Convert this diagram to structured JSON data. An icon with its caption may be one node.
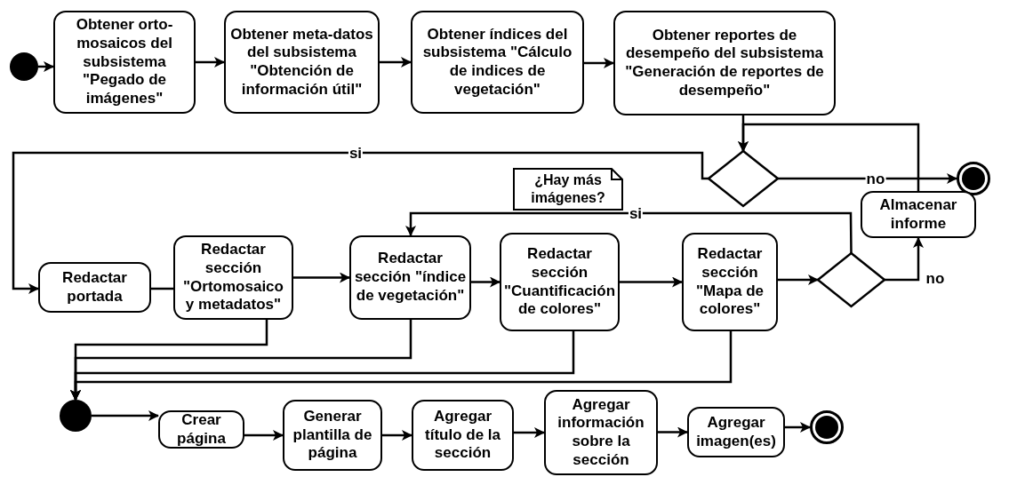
{
  "diagram": {
    "nodes": [
      {
        "text": [],
        "shape": "circle"
      },
      {
        "text": [
          "Obtener orto-mosaicos del subsistema \"Pegado de imágenes\""
        ]
      },
      {
        "text": [
          "Obtener meta-datos del subsistema \"Obtención de información útil\""
        ]
      },
      {
        "text": [
          "Obtener índices del subsistema \"Cálculo de indices de vegetación\""
        ]
      },
      {
        "text": [
          "Obtener reportes de desempeño del subsistema \"Generación de reportes de desempeño\""
        ]
      },
      {
        "text": [],
        "shape": "diamond"
      },
      {
        "text": [
          "¿Hay más imágenes?"
        ]
      },
      {
        "text": [],
        "shape": "bullseye"
      },
      {
        "text": [
          "Almacenar informe"
        ]
      },
      {
        "text": [
          "Redactar portada"
        ]
      },
      {
        "text": [
          "Redactar sección \"Ortomosaico y metadatos\""
        ]
      },
      {
        "text": [
          "Redactar sección \"índice de vegetación\""
        ]
      },
      {
        "text": [
          "Redactar sección \"Cuantificación de colores\""
        ]
      },
      {
        "text": [
          "Redactar sección \"Mapa de colores\""
        ]
      },
      {
        "text": [],
        "shape": "diamond"
      },
      {
        "text": [],
        "shape": "circle"
      },
      {
        "text": [
          "Crear página"
        ]
      },
      {
        "text": [
          "Generar plantilla de página"
        ]
      },
      {
        "text": [
          "Agregar título de la sección"
        ]
      },
      {
        "text": [
          "Agregar información sobre la sección"
        ]
      },
      {
        "text": [
          "Agregar imagen(es)"
        ]
      },
      {
        "text": [],
        "shape": "bullseye"
      }
    ],
    "edges": [
      {
        "from": 0,
        "to": 1,
        "arrow": "to"
      },
      {
        "from": 1,
        "to": 2,
        "arrow": "to"
      },
      {
        "from": 2,
        "to": 3,
        "arrow": "to"
      },
      {
        "from": 3,
        "to": 4,
        "arrow": "to"
      },
      {
        "from": 4,
        "to": 5,
        "arrow": "to"
      },
      {
        "from": 5,
        "to": 9,
        "arrow": "to",
        "label": "si"
      },
      {
        "from": 5,
        "to": 7,
        "arrow": "to",
        "label": "no"
      },
      {
        "from": 8,
        "to": 5,
        "arrow": "to"
      },
      {
        "from": 9,
        "to": 10,
        "arrow": "none"
      },
      {
        "from": 10,
        "to": 11,
        "arrow": "to"
      },
      {
        "from": 11,
        "to": 12,
        "arrow": "to"
      },
      {
        "from": 12,
        "to": 13,
        "arrow": "to"
      },
      {
        "from": 13,
        "to": 14,
        "arrow": "to"
      },
      {
        "from": 14,
        "to": 11,
        "arrow": "to",
        "label": "si"
      },
      {
        "from": 14,
        "to": 8,
        "arrow": "to",
        "label": "no"
      },
      {
        "from": 10,
        "to": 15,
        "arrow": "to"
      },
      {
        "from": 11,
        "to": 15,
        "arrow": "to"
      },
      {
        "from": 12,
        "to": 15,
        "arrow": "to"
      },
      {
        "from": 13,
        "to": 15,
        "arrow": "to"
      },
      {
        "from": 15,
        "to": 16,
        "arrow": "to"
      },
      {
        "from": 16,
        "to": 17,
        "arrow": "to"
      },
      {
        "from": 17,
        "to": 18,
        "arrow": "to"
      },
      {
        "from": 18,
        "to": 19,
        "arrow": "to"
      },
      {
        "from": 19,
        "to": 20,
        "arrow": "to"
      },
      {
        "from": 20,
        "to": 21,
        "arrow": "to"
      }
    ]
  }
}
